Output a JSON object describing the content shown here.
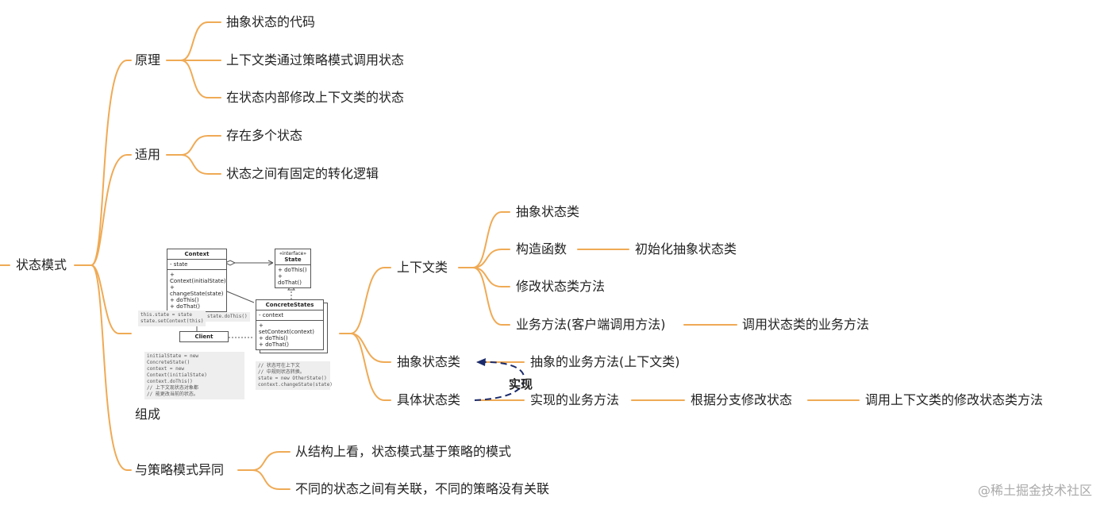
{
  "colors": {
    "branch": "#efaa55",
    "dashed": "#1a2a6b",
    "watermark": "#aaaaaa"
  },
  "root": "状态模式",
  "principle": {
    "label": "原理",
    "items": [
      "抽象状态的代码",
      "上下文类通过策略模式调用状态",
      "在状态内部修改上下文类的状态"
    ]
  },
  "applicable": {
    "label": "适用",
    "items": [
      "存在多个状态",
      "状态之间有固定的转化逻辑"
    ]
  },
  "composition": {
    "label": "组成",
    "context_class": {
      "label": "上下文类",
      "items": [
        "抽象状态类",
        "构造函数",
        "修改状态类方法",
        "业务方法(客户端调用方法)"
      ],
      "constructor_detail": "初始化抽象状态类",
      "business_detail": "调用状态类的业务方法"
    },
    "abstract_state": {
      "label": "抽象状态类",
      "detail": "抽象的业务方法(上下文类)"
    },
    "concrete_state": {
      "label": "具体状态类",
      "detail": "实现的业务方法",
      "detail2": "根据分支修改状态",
      "detail3": "调用上下文类的修改状态类方法"
    },
    "implements_label": "实现"
  },
  "uml": {
    "context": {
      "title": "Context",
      "fields": "- state",
      "methods": [
        "+ Context(initialState)",
        "+ changeState(state)",
        "+ doThis()",
        "+ doThat()"
      ]
    },
    "state": {
      "stereotype": "«interface»",
      "title": "State",
      "methods": [
        "+ doThis()",
        "+ doThat()"
      ]
    },
    "concrete": {
      "title": "ConcreteStates",
      "fields": "- context",
      "methods": [
        "+ setContext(context)",
        "+ doThis()",
        "+ doThat()"
      ]
    },
    "client": {
      "title": "Client"
    },
    "note_ctx": [
      "this.state = state",
      "state.setContext(this)"
    ],
    "note_do": "state.doThis()",
    "note_client": [
      "initialState = new ConcreteState()",
      "context = new Context(initialState)",
      "context.doThis()",
      "// 上下文现状态对象都",
      "// 能更改当前的状态。"
    ],
    "note_concrete": [
      "// 状态可在上下文",
      "// 中规则状态转换。",
      "state = new OtherState()",
      "context.changeState(state)"
    ]
  },
  "diff": {
    "label": "与策略模式异同",
    "items": [
      "从结构上看，状态模式基于策略的模式",
      "不同的状态之间有关联，不同的策略没有关联"
    ]
  },
  "watermark": "@稀土掘金技术社区"
}
